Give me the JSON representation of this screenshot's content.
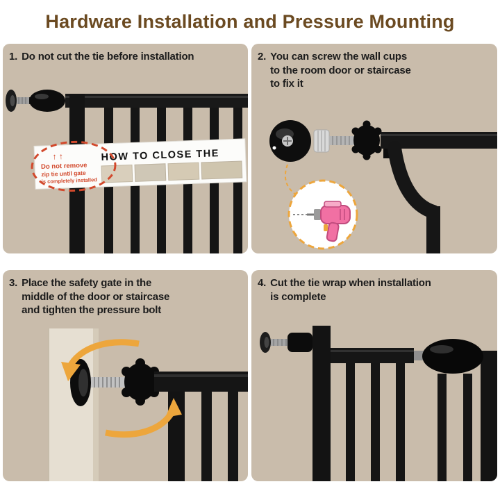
{
  "title": "Hardware Installation and Pressure Mounting",
  "colors": {
    "title_brown": "#6b4a21",
    "panel_bg": "#c9bcab",
    "accent_orange": "#eda63c",
    "warning_red": "#d2492c",
    "drill_pink": "#f170a3",
    "drill_dark": "#c14b7e"
  },
  "steps": [
    {
      "number": "1.",
      "text": "Do not cut the tie before installation"
    },
    {
      "number": "2.",
      "text": "You can screw the wall cups\nto the room door or staircase\nto fix it"
    },
    {
      "number": "3.",
      "text": "Place the safety gate in the\nmiddle of the door or staircase\nand tighten the pressure bolt"
    },
    {
      "number": "4.",
      "text": "Cut the tie wrap when installation\nis complete"
    }
  ],
  "gate_label": {
    "heading": "HOW TO CLOSE THE",
    "warning_arrows": "↑    ↑",
    "warning_line1": "Do not remove",
    "warning_line2": "zip tie until gate",
    "warning_line3": "is completely installed"
  }
}
